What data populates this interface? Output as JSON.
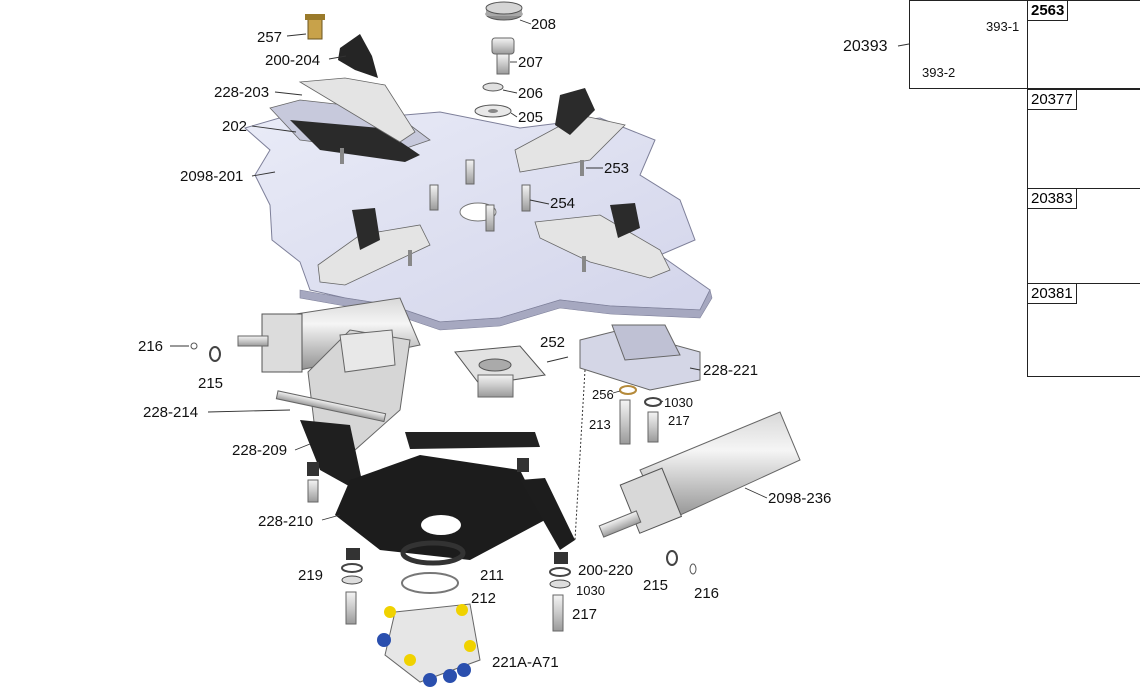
{
  "diagram": {
    "labels": {
      "p257": "257",
      "p200_204": "200-204",
      "p228_203": "228-203",
      "p202": "202",
      "p2098_201": "2098-201",
      "p208": "208",
      "p207": "207",
      "p206": "206",
      "p205": "205",
      "p253": "253",
      "p254": "254",
      "p216a": "216",
      "p215a": "215",
      "p228_214": "228-214",
      "p228_209": "228-209",
      "p228_210": "228-210",
      "p252": "252",
      "p256": "256",
      "p1030a": "1030",
      "p213": "213",
      "p217a": "217",
      "p228_221": "228-221",
      "p2098_236": "2098-236",
      "p219": "219",
      "p211": "211",
      "p212": "212",
      "p200_220": "200-220",
      "p1030b": "1030",
      "p217b": "217",
      "p215b": "215",
      "p216b": "216",
      "p221A_A71": "221A-A71"
    },
    "accessories": {
      "kit_code": "20393",
      "kit_part1": "393-1",
      "kit_part2": "393-2",
      "box1": "2563",
      "box2": "20377",
      "box3": "20383",
      "box4": "20381"
    }
  }
}
